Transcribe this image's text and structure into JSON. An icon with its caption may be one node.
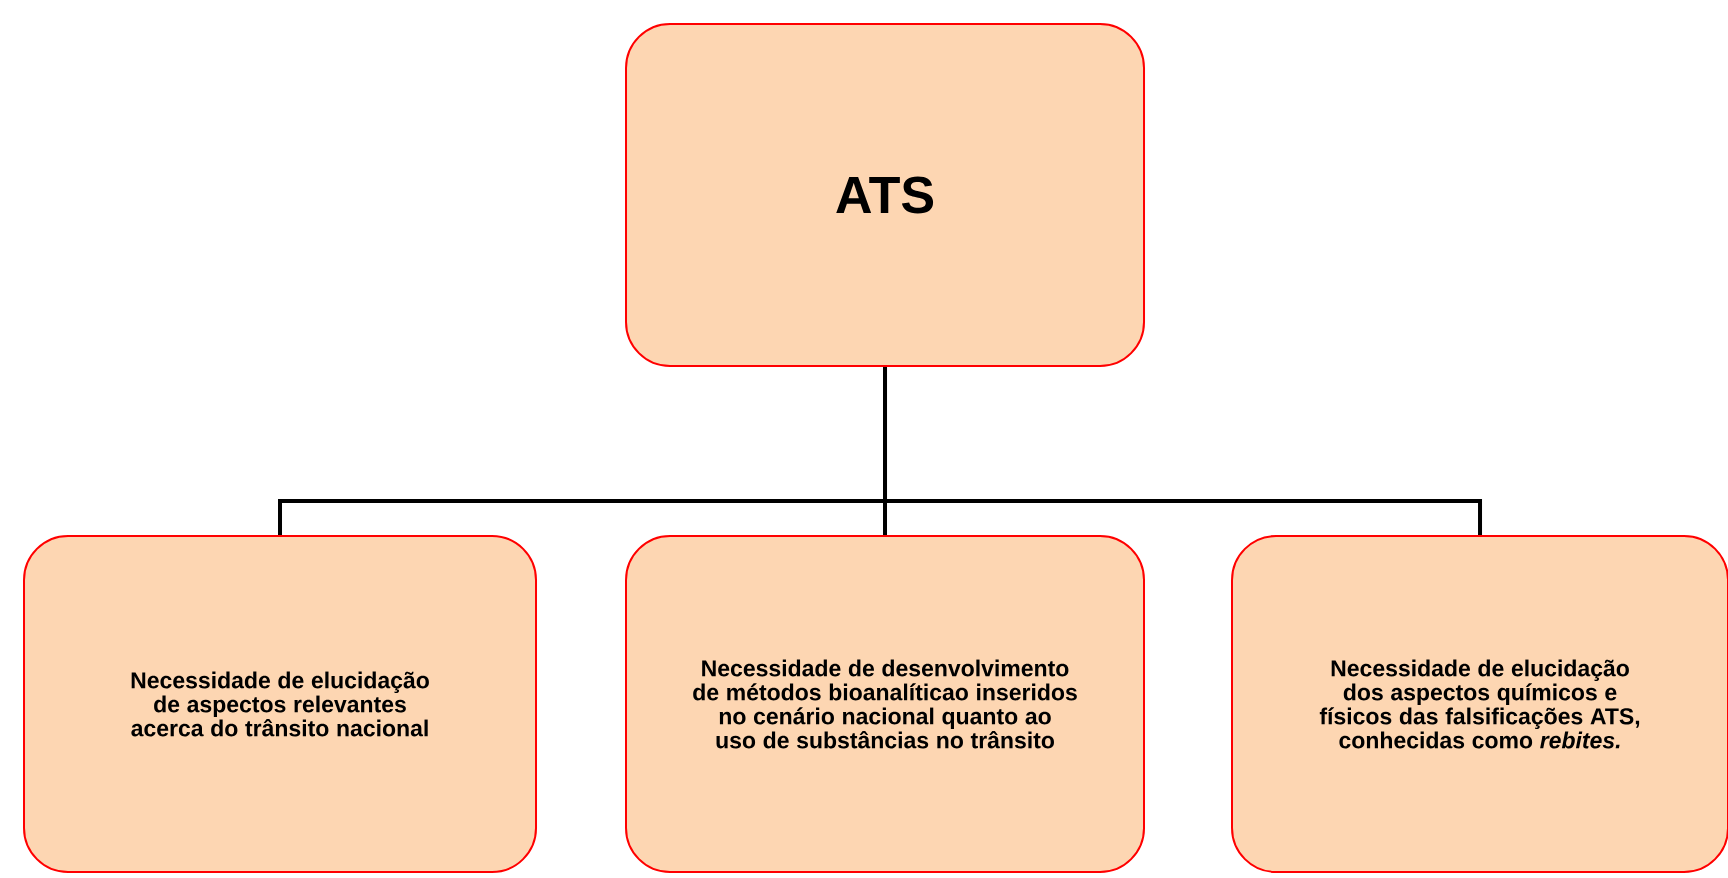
{
  "diagram": {
    "nodes": [
      {
        "text": [
          "ATS"
        ]
      },
      {
        "text": [
          "Necessidade de elucidação de aspectos relevantes acerca do trânsito nacional"
        ]
      },
      {
        "text": [
          "Necessidade de desenvolvimento de métodos bioanalíticao inseridos no cenário nacional quanto ao uso de substâncias no trânsito"
        ]
      },
      {
        "text": [
          "Necessidade de elucidação dos aspectos químicos e físicos das falsificações ATS, conhecidas como *rebites.*"
        ]
      }
    ],
    "edges": [
      {
        "from": 0,
        "to": 1,
        "arrow": "none"
      },
      {
        "from": 0,
        "to": 2,
        "arrow": "none"
      },
      {
        "from": 0,
        "to": 3,
        "arrow": "none"
      }
    ]
  }
}
